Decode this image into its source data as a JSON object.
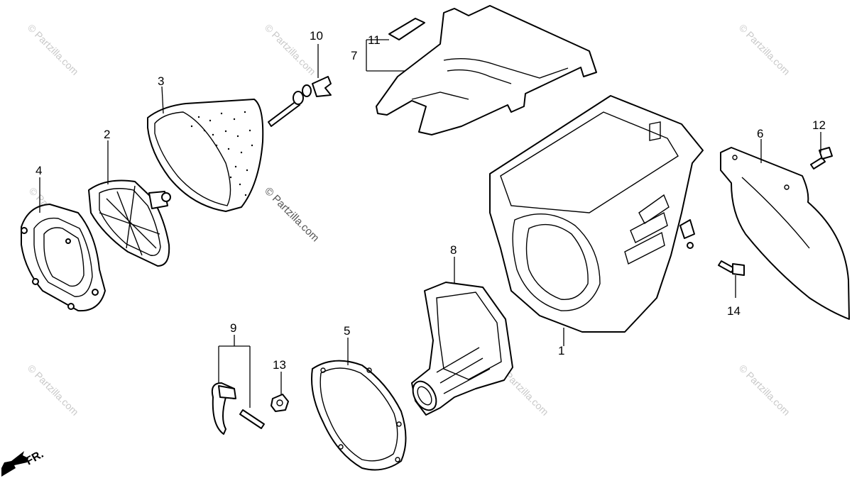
{
  "callouts": {
    "c1": "1",
    "c2": "2",
    "c3": "3",
    "c4": "4",
    "c5": "5",
    "c6": "6",
    "c7": "7",
    "c8": "8",
    "c9": "9",
    "c10": "10",
    "c11": "11",
    "c12": "12",
    "c13": "13",
    "c14": "14"
  },
  "direction_label": "FR.",
  "watermark": {
    "center": "© Partzilla.com",
    "repeat": "© Partzilla.com"
  },
  "colors": {
    "line": "#000000",
    "background": "#ffffff",
    "watermark": "#c9c9c9"
  }
}
